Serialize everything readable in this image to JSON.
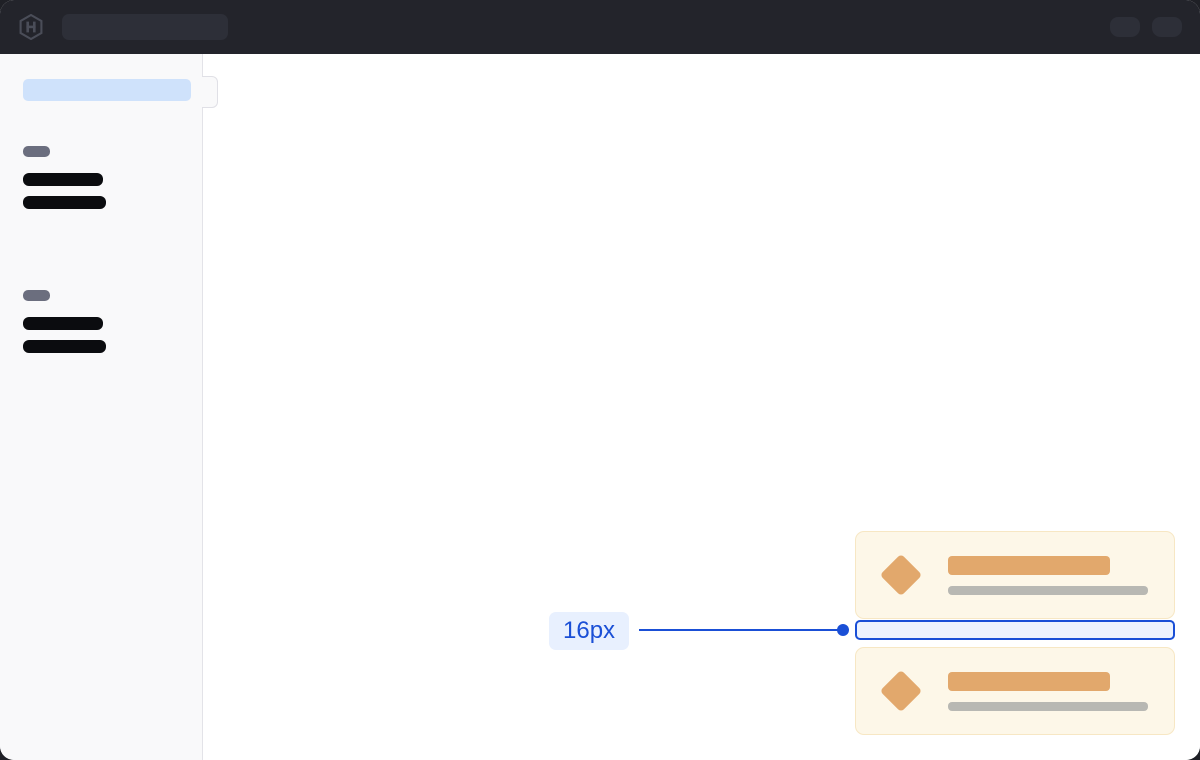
{
  "window": {
    "title": "UI Spacing Annotation Mockup",
    "background_color": "#1f2026",
    "surface_color": "#ffffff"
  },
  "header": {
    "background_color": "#23242b",
    "logo": "hashicorp-logo-icon",
    "search": {
      "placeholder": "",
      "value": ""
    },
    "actions": [
      {
        "name": "header-chip-1",
        "label": ""
      },
      {
        "name": "header-chip-2",
        "label": ""
      }
    ]
  },
  "sidebar": {
    "background_color": "#f9f9fa",
    "selected_item": {
      "label": "",
      "highlight_color": "#cfe2fb"
    },
    "collapse_handle": {
      "icon": "sidebar-collapse-handle-icon"
    },
    "groups": [
      {
        "label": "",
        "items": [
          {
            "label": ""
          },
          {
            "label": ""
          }
        ]
      },
      {
        "label": "",
        "items": [
          {
            "label": ""
          },
          {
            "label": ""
          }
        ]
      }
    ]
  },
  "main": {
    "background_color": "#ffffff",
    "cards": [
      {
        "name": "alert-card-1",
        "icon": "warning-diamond-icon",
        "icon_color": "#e2a86c",
        "background_color": "#fdf7e8",
        "border_color": "#f7e7c4",
        "title": "",
        "subtitle": ""
      },
      {
        "name": "alert-card-2",
        "icon": "warning-diamond-icon",
        "icon_color": "#e2a86c",
        "background_color": "#fdf7e8",
        "border_color": "#f7e7c4",
        "title": "",
        "subtitle": ""
      }
    ]
  },
  "annotation": {
    "measure_label": "16px",
    "accent_color": "#1a4fd6",
    "chip_background": "#e8f0fe",
    "gap_fill": "#edf3fe",
    "description": "vertical gap between alert-card-1 and alert-card-2"
  }
}
